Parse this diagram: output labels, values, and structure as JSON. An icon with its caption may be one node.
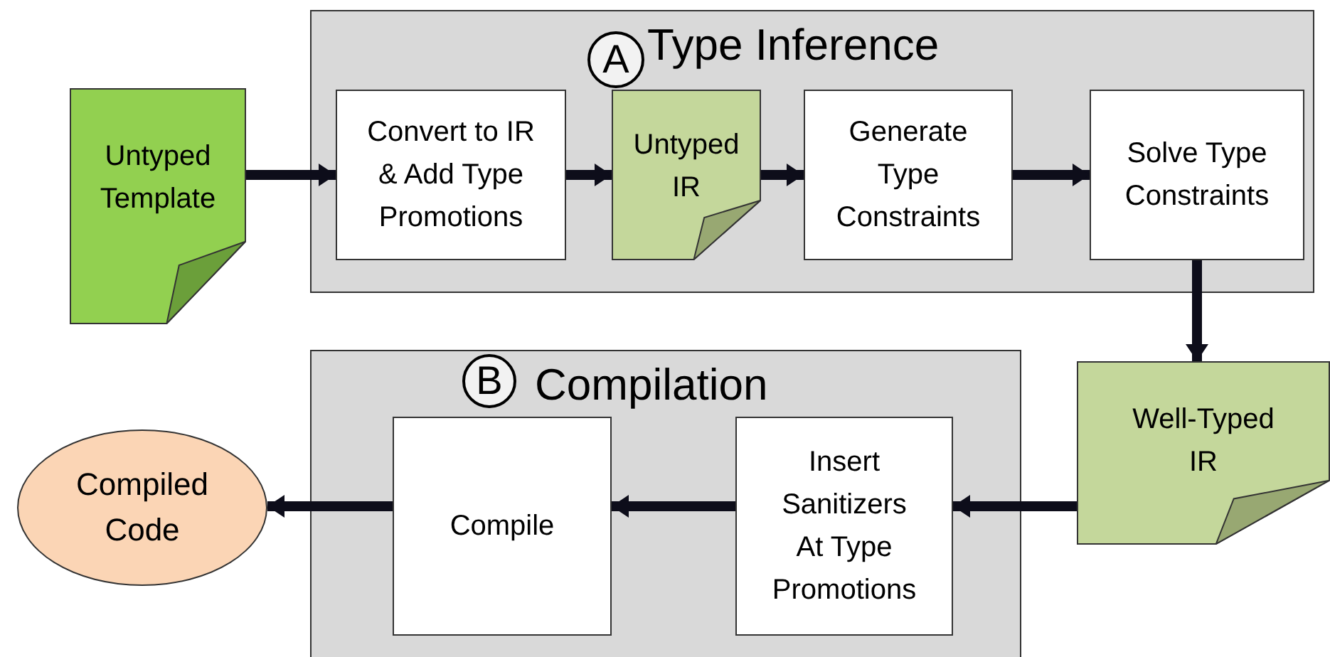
{
  "diagram": {
    "nodes": [
      {
        "text": [
          "Type Inference"
        ]
      },
      {
        "text": [
          "A"
        ],
        "in": 0
      },
      {
        "text": [
          "Untyped Template"
        ]
      },
      {
        "text": [
          "Convert to IR & Add Type Promotions"
        ],
        "in": 0
      },
      {
        "text": [
          "Untyped IR"
        ],
        "in": 0
      },
      {
        "text": [
          "Generate Type Constraints"
        ],
        "in": 0
      },
      {
        "text": [
          "Solve Type Constraints"
        ],
        "in": 0
      },
      {
        "text": [
          "Compilation"
        ]
      },
      {
        "text": [
          "B"
        ],
        "in": 7
      },
      {
        "text": [
          "Well-Typed IR"
        ]
      },
      {
        "text": [
          "Insert Sanitizers At Type Promotions"
        ],
        "in": 7
      },
      {
        "text": [
          "Compile"
        ],
        "in": 7
      },
      {
        "text": [
          "Compiled Code"
        ]
      }
    ],
    "edges": [
      {
        "from": 2,
        "to": 3,
        "arrow": "to"
      },
      {
        "from": 3,
        "to": 4,
        "arrow": "to"
      },
      {
        "from": 4,
        "to": 5,
        "arrow": "to"
      },
      {
        "from": 5,
        "to": 6,
        "arrow": "to"
      },
      {
        "from": 6,
        "to": 9,
        "arrow": "to"
      },
      {
        "from": 9,
        "to": 10,
        "arrow": "to"
      },
      {
        "from": 10,
        "to": 11,
        "arrow": "to"
      },
      {
        "from": 11,
        "to": 12,
        "arrow": "to"
      }
    ]
  }
}
